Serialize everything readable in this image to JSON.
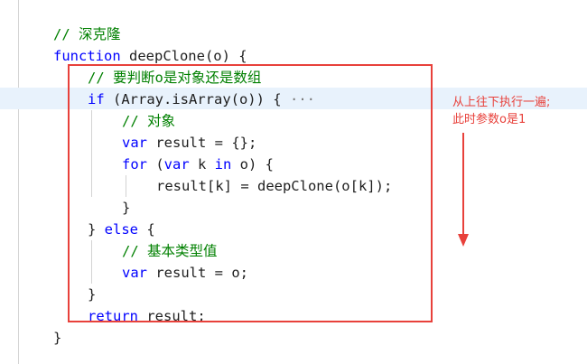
{
  "editor": {
    "lines": [
      {
        "indent": 0,
        "tokens": [
          {
            "k": "cm",
            "t": "// 深克隆"
          }
        ]
      },
      {
        "indent": 0,
        "tokens": [
          {
            "k": "kw",
            "t": "function"
          },
          {
            "k": "pl",
            "t": " deepClone(o) {"
          }
        ]
      },
      {
        "indent": 1,
        "tokens": [
          {
            "k": "cm",
            "t": "// 要判断o是对象还是数组"
          }
        ]
      },
      {
        "indent": 1,
        "tokens": [
          {
            "k": "kw",
            "t": "if"
          },
          {
            "k": "pl",
            "t": " (Array.isArray(o)) { "
          },
          {
            "k": "fold",
            "t": "···"
          }
        ]
      },
      {
        "indent": 2,
        "tokens": [
          {
            "k": "cm",
            "t": "// 对象"
          }
        ]
      },
      {
        "indent": 2,
        "tokens": [
          {
            "k": "kw",
            "t": "var"
          },
          {
            "k": "pl",
            "t": " result = {};"
          }
        ]
      },
      {
        "indent": 2,
        "tokens": [
          {
            "k": "kw",
            "t": "for"
          },
          {
            "k": "pl",
            "t": " ("
          },
          {
            "k": "kw",
            "t": "var"
          },
          {
            "k": "pl",
            "t": " k "
          },
          {
            "k": "kw",
            "t": "in"
          },
          {
            "k": "pl",
            "t": " o) {"
          }
        ]
      },
      {
        "indent": 3,
        "tokens": [
          {
            "k": "pl",
            "t": "result[k] = deepClone(o[k]);"
          }
        ]
      },
      {
        "indent": 2,
        "tokens": [
          {
            "k": "pl",
            "t": "}"
          }
        ]
      },
      {
        "indent": 1,
        "tokens": [
          {
            "k": "pl",
            "t": "} "
          },
          {
            "k": "kw",
            "t": "else"
          },
          {
            "k": "pl",
            "t": " {"
          }
        ]
      },
      {
        "indent": 2,
        "tokens": [
          {
            "k": "cm",
            "t": "// 基本类型值"
          }
        ]
      },
      {
        "indent": 2,
        "tokens": [
          {
            "k": "kw",
            "t": "var"
          },
          {
            "k": "pl",
            "t": " result = o;"
          }
        ]
      },
      {
        "indent": 1,
        "tokens": [
          {
            "k": "pl",
            "t": "}"
          }
        ]
      },
      {
        "indent": 1,
        "tokens": [
          {
            "k": "kw",
            "t": "return"
          },
          {
            "k": "pl",
            "t": " result;"
          }
        ]
      },
      {
        "indent": 0,
        "tokens": [
          {
            "k": "pl",
            "t": "}"
          }
        ]
      }
    ]
  },
  "annotation": {
    "line1": "从上往下执行一遍;",
    "line2": "此时参数o是1",
    "color": "#e8413b"
  },
  "colors": {
    "keyword": "#0000ff",
    "comment": "#008000",
    "text": "#1e1e1e",
    "highlight": "#e8f2fc"
  }
}
